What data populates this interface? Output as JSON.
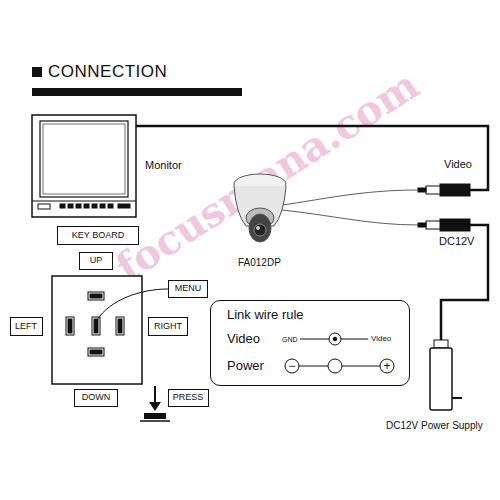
{
  "diagram": {
    "title": "CONNECTION",
    "nodes": [
      {
        "text": [
          "KEY BOARD"
        ]
      },
      {
        "text": [
          "UP"
        ]
      },
      {
        "text": [
          "MENU"
        ]
      },
      {
        "text": [
          "LEFT"
        ]
      },
      {
        "text": [
          "RIGHT"
        ]
      },
      {
        "text": [
          "DOWN"
        ]
      },
      {
        "text": [
          "PRESS"
        ]
      },
      {
        "text": [
          "Link wire rule"
        ]
      }
    ],
    "labels": [
      "Monitor",
      "FA012DP",
      "Video",
      "DC12V",
      "DC12V Power Supply",
      "Video",
      "GND",
      "Video",
      "Power",
      "−",
      "+",
      "focusmana.com"
    ]
  }
}
